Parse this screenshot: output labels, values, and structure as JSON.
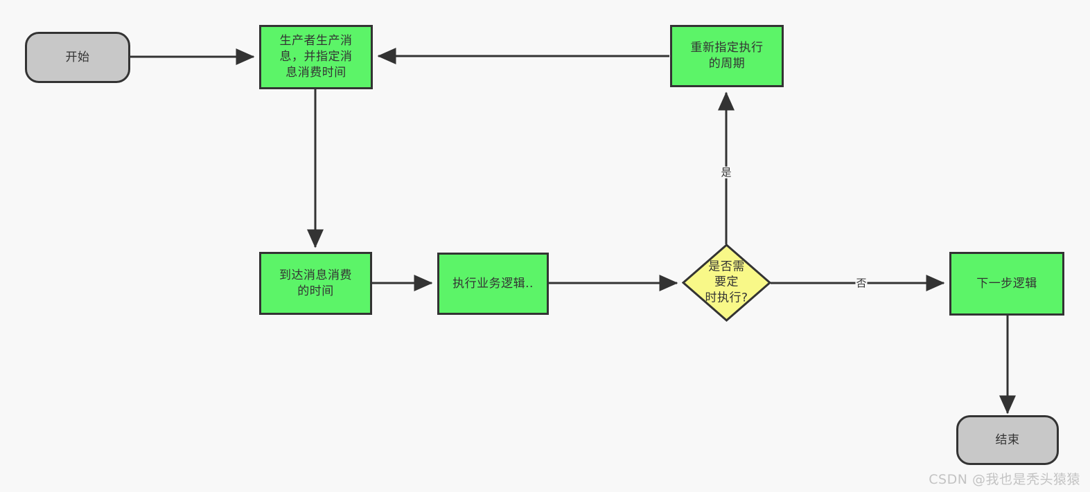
{
  "diagram": {
    "background_color": "#f8f8f8",
    "edge_color": "#333333",
    "process_fill": "#5cf468",
    "terminal_fill": "#c8c8c8",
    "decision_fill": "#f8f888",
    "nodes": {
      "start": {
        "label": "开始",
        "shape": "terminal"
      },
      "produce": {
        "label": "生产者生产消\n息，并指定消\n息消费时间",
        "shape": "process"
      },
      "reschedule": {
        "label": "重新指定执行\n的周期",
        "shape": "process"
      },
      "arrive": {
        "label": "到达消息消费\n的时间",
        "shape": "process"
      },
      "business": {
        "label": "执行业务逻辑..",
        "shape": "process"
      },
      "decision": {
        "label": "是否需要定\n时执行?",
        "shape": "decision"
      },
      "next": {
        "label": "下一步逻辑",
        "shape": "process"
      },
      "end": {
        "label": "结束",
        "shape": "terminal"
      }
    },
    "edge_labels": {
      "yes": "是",
      "no": "否"
    }
  },
  "watermark": {
    "text": "CSDN @我也是秃头猿猿"
  }
}
